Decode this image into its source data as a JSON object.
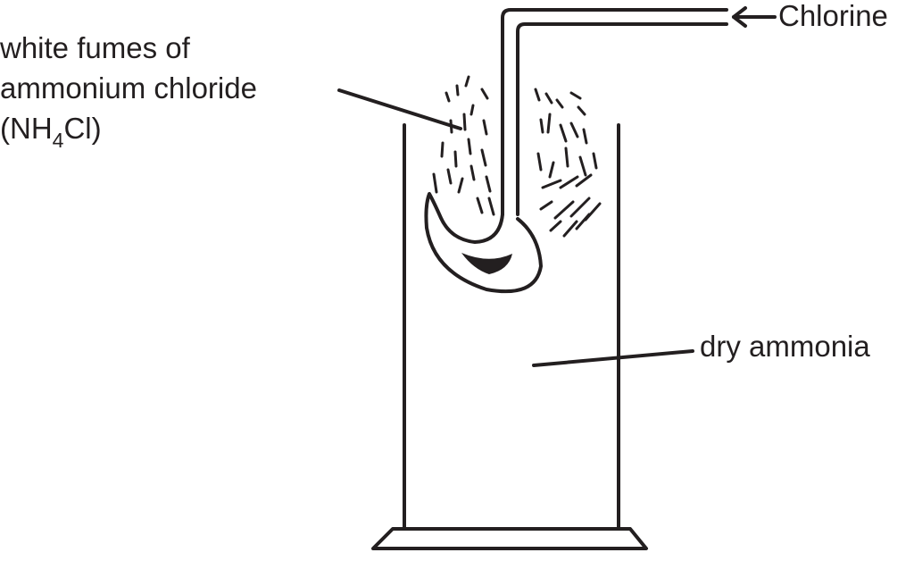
{
  "labels": {
    "chlorine": "Chlorine",
    "fumes_line1": "white fumes of",
    "fumes_line2": "ammonium chloride",
    "formula_open": "(NH",
    "formula_sub": "4",
    "formula_close": "Cl)",
    "dry_ammonia": "dry ammonia"
  },
  "colors": {
    "ink": "#231f20",
    "background": "#ffffff"
  }
}
